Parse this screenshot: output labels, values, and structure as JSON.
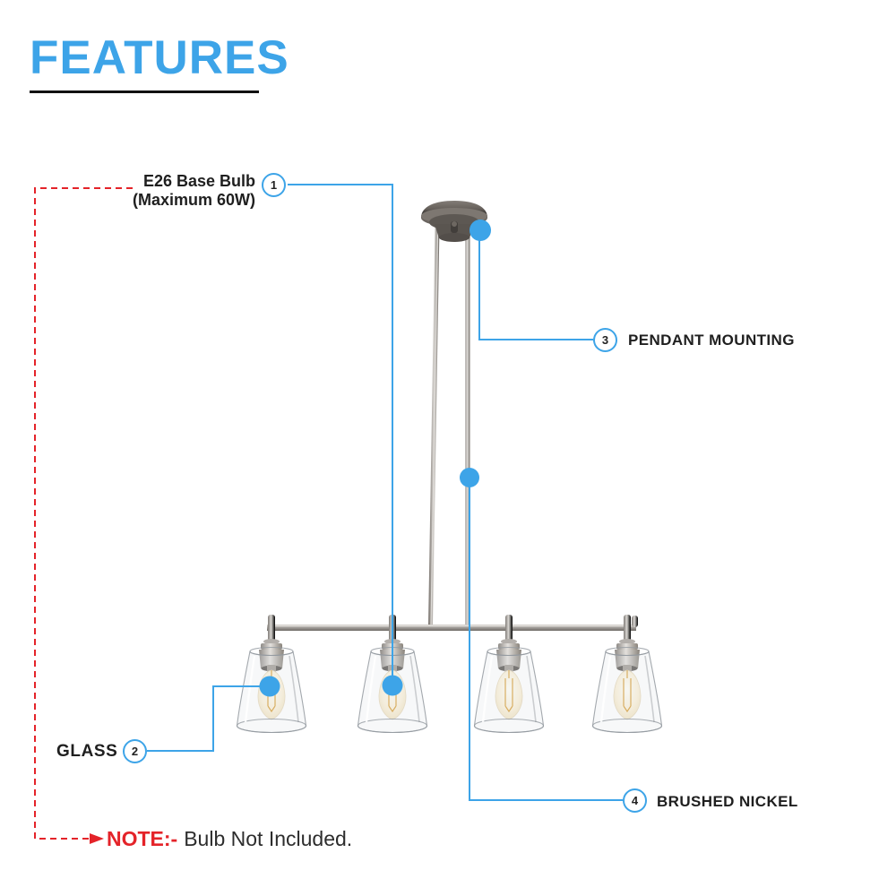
{
  "header": {
    "title": "FEATURES"
  },
  "callouts": [
    {
      "number": "1",
      "label": "E26 Base Bulb",
      "sublabel": "(Maximum 60W)"
    },
    {
      "number": "2",
      "label": "GLASS"
    },
    {
      "number": "3",
      "label": "PENDANT MOUNTING"
    },
    {
      "number": "4",
      "label": "BRUSHED NICKEL"
    }
  ],
  "note": {
    "prefix": "NOTE:-",
    "text": "Bulb Not Included."
  },
  "illustration": {
    "type": "four-light-linear-pendant",
    "lights_count": 4
  },
  "colors": {
    "accent_blue": "#3da4e8",
    "note_red": "#e42329",
    "text_dark": "#1f1f1f",
    "underline_dark": "#111111"
  }
}
